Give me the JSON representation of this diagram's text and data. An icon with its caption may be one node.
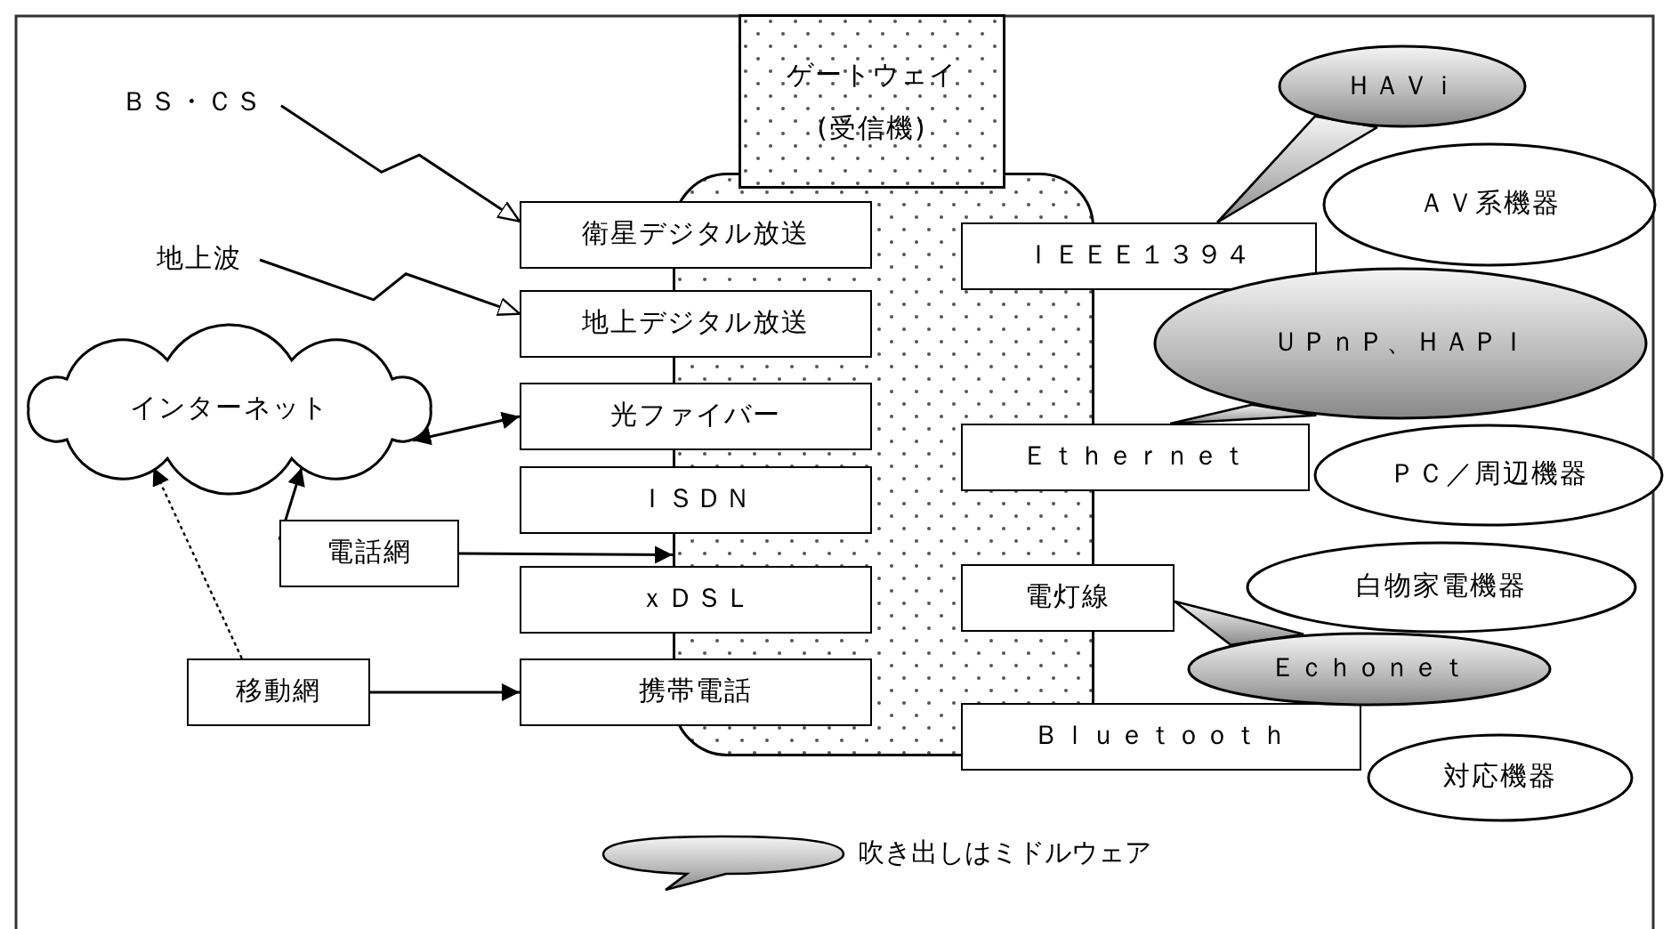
{
  "diagram": {
    "nodes": [
      {
        "text": [
          "ゲートウェイ(受信機)"
        ]
      },
      {
        "text": [
          "衛星デジタル放送"
        ]
      },
      {
        "text": [
          "地上デジタル放送"
        ]
      },
      {
        "text": [
          "光ファイバー"
        ]
      },
      {
        "text": [
          "ＩＳＤＮ"
        ]
      },
      {
        "text": [
          "ｘＤＳＬ"
        ]
      },
      {
        "text": [
          "携帯電話"
        ]
      },
      {
        "text": [
          "ＩＥＥＥ１３９４"
        ]
      },
      {
        "text": [
          "Ｅｔｈｅｒｎｅｔ"
        ]
      },
      {
        "text": [
          "電灯線"
        ]
      },
      {
        "text": [
          "Ｂｌｕｅｔｏｏｔｈ"
        ]
      },
      {
        "text": [
          "ＡＶ系機器"
        ]
      },
      {
        "text": [
          "ＰＣ／周辺機器"
        ]
      },
      {
        "text": [
          "白物家電機器"
        ]
      },
      {
        "text": [
          "対応機器"
        ]
      },
      {
        "text": [
          "ＨＡＶｉ"
        ]
      },
      {
        "text": [
          "ＵＰｎＰ、ＨＡＰＩ"
        ]
      },
      {
        "text": [
          "Ｅｃｈｏｎｅｔ"
        ]
      },
      {
        "text": [
          "インターネット"
        ]
      },
      {
        "text": [
          "電話網"
        ]
      },
      {
        "text": [
          "移動網"
        ]
      },
      {
        "text": [
          "ＢＳ・ＣＳ"
        ]
      },
      {
        "text": [
          "地上波"
        ]
      },
      {
        "text": [],
        "shape": "box"
      }
    ],
    "edges": [
      {
        "from": 21,
        "to": 1,
        "arrow": "to"
      },
      {
        "from": 22,
        "to": 2,
        "arrow": "to"
      },
      {
        "from": 18,
        "to": 3,
        "arrow": "both"
      },
      {
        "from": 19,
        "to": 18,
        "arrow": "to"
      },
      {
        "from": 19,
        "to": 23,
        "arrow": "to"
      },
      {
        "from": 20,
        "to": 6,
        "arrow": "to"
      },
      {
        "from": 20,
        "to": 18,
        "arrow": "to",
        "style": "dashed"
      },
      {
        "from": 15,
        "to": 7,
        "arrow": "none"
      },
      {
        "from": 16,
        "to": 8,
        "arrow": "none"
      },
      {
        "from": 17,
        "to": 9,
        "arrow": "none"
      }
    ],
    "legend": [
      {
        "text": "吹き出しはミドルウェア"
      }
    ]
  }
}
